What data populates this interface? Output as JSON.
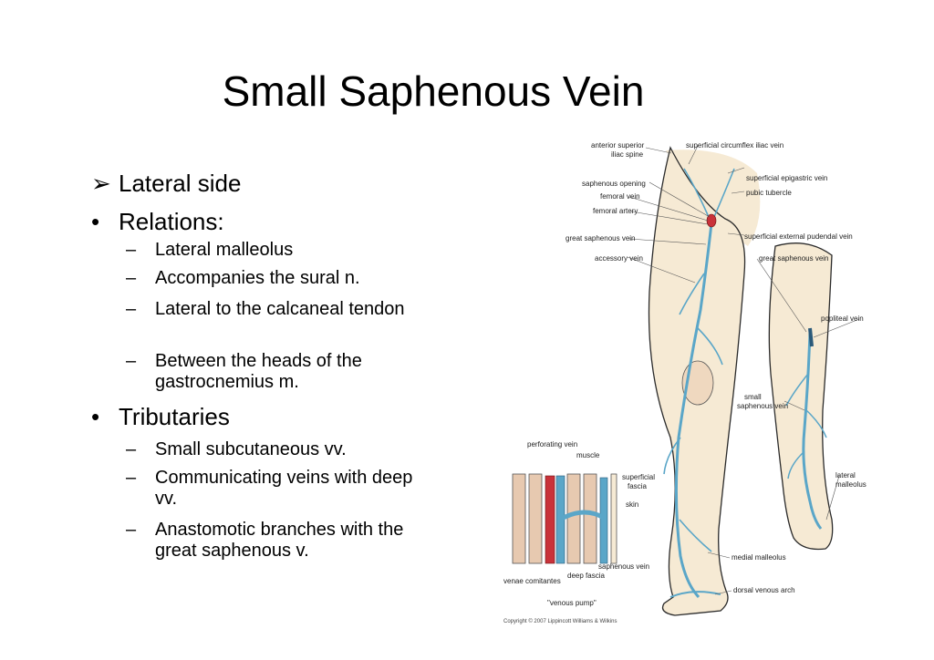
{
  "title": "Small Saphenous Vein",
  "bullets": [
    {
      "marker": "➢",
      "text": "Lateral side"
    },
    {
      "marker": "•",
      "text": "Relations:"
    },
    {
      "marker": "–",
      "text": "Lateral malleolus"
    },
    {
      "marker": "–",
      "text": "Accompanies the sural n."
    },
    {
      "marker": "–",
      "text": "Lateral to the calcaneal tendon"
    },
    {
      "marker": "–",
      "text": "Between the heads of the gastrocnemius m."
    },
    {
      "marker": "•",
      "text": "Tributaries"
    },
    {
      "marker": "–",
      "text": "Small subcutaneous vv."
    },
    {
      "marker": "–",
      "text": "Communicating veins with deep vv."
    },
    {
      "marker": "–",
      "text": "Anastomotic branches with the great saphenous v."
    }
  ],
  "figure": {
    "labels": {
      "anterior_superior_iliac_spine_1": "anterior superior",
      "anterior_superior_iliac_spine_2": "iliac spine",
      "superficial_circumflex_iliac_vein": "superficial circumflex iliac vein",
      "saphenous_opening": "saphenous opening",
      "superficial_epigastric_vein": "superficial epigastric vein",
      "femoral_vein": "femoral vein",
      "pubic_tubercle": "pubic tubercle",
      "femoral_artery": "femoral artery",
      "great_saphenous_vein_1": "great saphenous vein",
      "superficial_external_pudendal_vein": "superficial external pudendal vein",
      "accessory_vein": "accessory vein",
      "great_saphenous_vein_2": "great saphenous vein",
      "popliteal_vein": "popliteal vein",
      "small_saphenous_vein_1": "small",
      "small_saphenous_vein_2": "saphenous vein",
      "lateral_malleolus_1": "lateral",
      "lateral_malleolus_2": "malleolus",
      "perforating_vein": "perforating vein",
      "muscle": "muscle",
      "superficial_fascia_1": "superficial",
      "superficial_fascia_2": "fascia",
      "skin": "skin",
      "saphenous_vein": "saphenous vein",
      "deep_fascia": "deep fascia",
      "venae_comitantes": "venae comitantes",
      "venous_pump": "\"venous pump\"",
      "medial_malleolus": "medial malleolus",
      "dorsal_venous_arch": "dorsal venous arch",
      "copyright": "Copyright © 2007 Lippincott Williams & Wilkins"
    },
    "colors": {
      "skin": "#f6ead4",
      "outline": "#2b2b2b",
      "vein": "#5aa6c8",
      "artery": "#c9323a",
      "muscle": "#e7c9b0"
    }
  }
}
